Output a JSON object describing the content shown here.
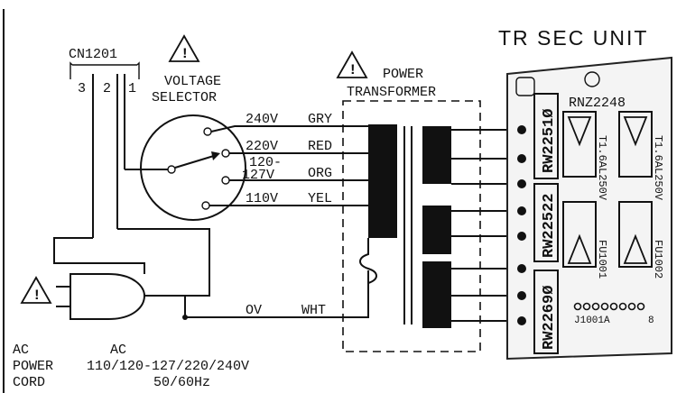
{
  "connector": {
    "name": "CN1201",
    "pins": [
      "3",
      "2",
      "1"
    ]
  },
  "voltage_selector": {
    "title_line1": "VOLTAGE",
    "title_line2": "SELECTOR"
  },
  "transformer": {
    "title_line1": "POWER",
    "title_line2": "TRANSFORMER"
  },
  "taps": [
    {
      "voltage": "240V",
      "color": "GRY"
    },
    {
      "voltage": "220V",
      "color": "RED"
    },
    {
      "voltage_line1": "120-",
      "voltage_line2": "127V",
      "color": "ORG"
    },
    {
      "voltage": "110V",
      "color": "YEL"
    },
    {
      "voltage": "OV",
      "color": "WHT"
    }
  ],
  "unit": {
    "title": "TR SEC UNIT",
    "board_part": "RNZ2248",
    "resistors": [
      "RW2251Ø",
      "RW22522",
      "RW2269Ø"
    ],
    "fuse_ratings": [
      "T1.6AL250V",
      "T1.6AL250V"
    ],
    "fuses": [
      "FU1001",
      "FU1002"
    ],
    "jack": "J1001A",
    "jack_pin": "8"
  },
  "power_cord": {
    "line1": "AC",
    "line2": "POWER",
    "line3": "CORD"
  },
  "ac_spec": {
    "line1": "AC",
    "line2": "110/120-127/220/240V",
    "line3": "50/60Hz"
  },
  "warning_symbol": "!"
}
